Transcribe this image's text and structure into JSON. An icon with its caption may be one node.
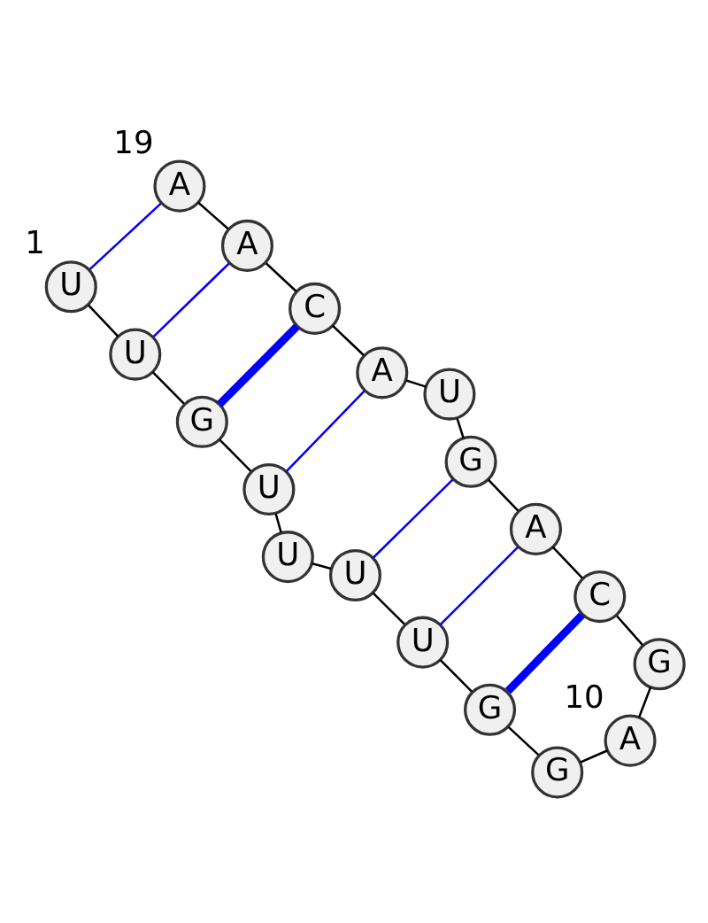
{
  "diagram": {
    "nodes": [
      {
        "text": [
          "U"
        ],
        "beside": [
          "1"
        ]
      },
      {
        "text": [
          "U"
        ]
      },
      {
        "text": [
          "G"
        ]
      },
      {
        "text": [
          "U"
        ]
      },
      {
        "text": [
          "U"
        ]
      },
      {
        "text": [
          "U"
        ]
      },
      {
        "text": [
          "U"
        ]
      },
      {
        "text": [
          "G"
        ]
      },
      {
        "text": [
          "G"
        ]
      },
      {
        "text": [
          "A"
        ],
        "beside": [
          "10"
        ]
      },
      {
        "text": [
          "G"
        ]
      },
      {
        "text": [
          "C"
        ]
      },
      {
        "text": [
          "A"
        ]
      },
      {
        "text": [
          "G"
        ]
      },
      {
        "text": [
          "U"
        ]
      },
      {
        "text": [
          "A"
        ]
      },
      {
        "text": [
          "C"
        ]
      },
      {
        "text": [
          "A"
        ]
      },
      {
        "text": [
          "A"
        ],
        "beside": [
          "19"
        ]
      }
    ],
    "edges": [
      {
        "from": 0,
        "to": 1,
        "arrow": "none"
      },
      {
        "from": 1,
        "to": 2,
        "arrow": "none"
      },
      {
        "from": 2,
        "to": 3,
        "arrow": "none"
      },
      {
        "from": 3,
        "to": 4,
        "arrow": "none"
      },
      {
        "from": 4,
        "to": 5,
        "arrow": "none"
      },
      {
        "from": 5,
        "to": 6,
        "arrow": "none"
      },
      {
        "from": 6,
        "to": 7,
        "arrow": "none"
      },
      {
        "from": 7,
        "to": 8,
        "arrow": "none"
      },
      {
        "from": 8,
        "to": 9,
        "arrow": "none"
      },
      {
        "from": 9,
        "to": 10,
        "arrow": "none"
      },
      {
        "from": 10,
        "to": 11,
        "arrow": "none"
      },
      {
        "from": 11,
        "to": 12,
        "arrow": "none"
      },
      {
        "from": 12,
        "to": 13,
        "arrow": "none"
      },
      {
        "from": 13,
        "to": 14,
        "arrow": "none"
      },
      {
        "from": 14,
        "to": 15,
        "arrow": "none"
      },
      {
        "from": 15,
        "to": 16,
        "arrow": "none"
      },
      {
        "from": 16,
        "to": 17,
        "arrow": "none"
      },
      {
        "from": 17,
        "to": 18,
        "arrow": "none"
      },
      {
        "from": 0,
        "to": 18,
        "arrow": "none",
        "color": "#0000ff"
      },
      {
        "from": 1,
        "to": 17,
        "arrow": "none",
        "color": "#0000ff"
      },
      {
        "from": 2,
        "to": 16,
        "arrow": "none",
        "color": "#0000ff",
        "style": "thick"
      },
      {
        "from": 3,
        "to": 15,
        "arrow": "none",
        "color": "#0000ff"
      },
      {
        "from": 5,
        "to": 13,
        "arrow": "none",
        "color": "#0000ff"
      },
      {
        "from": 6,
        "to": 12,
        "arrow": "none",
        "color": "#0000ff"
      },
      {
        "from": 7,
        "to": 11,
        "arrow": "none",
        "color": "#0000ff",
        "style": "thick"
      }
    ]
  }
}
